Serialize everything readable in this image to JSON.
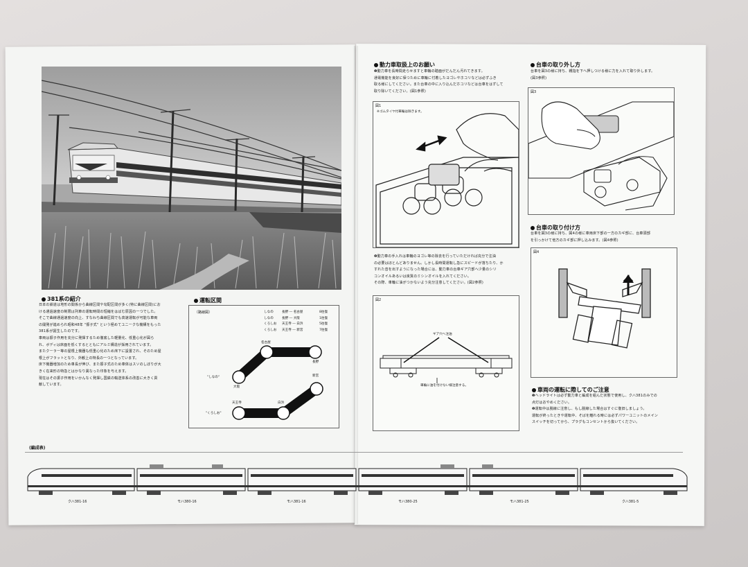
{
  "left_page": {
    "intro": {
      "title": "381系の紹介",
      "lines": [
        "日本の鉄道は地形の関係から曲線区間や勾配区間が多く(特に曲線区間)にお",
        "ける通過速度の制限は列車の運転時間の短縮をはばむ原因の一つでした。",
        "そこで曲線通過速度の向上、すなわち曲線区間でも高速運転が可能な車両",
        "の開発が進められ昭和48年 \"振子式\" という極めてユニークな機構をもった",
        "381系が誕生したのです。",
        "車両は振子作用を充分に発揮するため徹底した軽量化、低重心化が図ら",
        "れ、ボディは床面を低くするとともにアルミ構造が採用されています。",
        "またクーラー等の屋根上機器も低重心化のため床下に設置され、そのため屋",
        "根上がフラットとなり、外観上の特長の一つとなっています。",
        "床下機器増加のため車長が伸び、また振子式のため車体はスソのしぼりが大",
        "きく在来形の特急とはかなり異なった印象を与えます。",
        "現在はその振子作用をいかんなく発揮し国鉄の輸送体系の改善に大きく貢",
        "献しています。"
      ]
    },
    "route": {
      "title": "運転区間",
      "caption": "〔路線図〕",
      "table": [
        {
          "name": "しなの",
          "route": "長野 ― 名古屋",
          "count": "8往復"
        },
        {
          "name": "しなの",
          "route": "長野 ― 大阪",
          "count": "1往復"
        },
        {
          "name": "くろしお",
          "route": "天王寺 ― 白浜",
          "count": "5往復"
        },
        {
          "name": "くろしお",
          "route": "天王寺 ― 新宮",
          "count": "7往復"
        }
      ],
      "stations": {
        "nagoya": "名古屋",
        "nagano": "長野",
        "osaka": "大阪",
        "shingu": "新宮",
        "tennoji": "天王寺",
        "shirahama": "白浜"
      },
      "trains": {
        "shinano": "\"しなの\"",
        "kuroshio": "\"くろしお\""
      }
    }
  },
  "right_page": {
    "maintenance": {
      "title": "動力車取扱上のお願い",
      "lines": [
        "❶動力車を長時間走らせますと車輪の踏面がだんだん汚れてきます。",
        "通電機能を良好に保つために車輪に付着したヨゴレやホコリなどは必ずふき",
        "取る様にしてください。また台車の中に入り込んだホコリなどは台車をはずして",
        "取り除いてください。(図1参照)"
      ]
    },
    "fig1": {
      "no": "図1",
      "note": "※ゴムタイヤ付車輪は除きます。"
    },
    "oil": {
      "lines": [
        "❷動力車の手入れは車輪のヨゴレ等の除去を行っていただければ充分で注油",
        "の必要はほとんどありません。しかし長時間運転し急にスピードが落ちたり、か",
        "すれた音を出すようになった場合には、動力車の台車ギア穴部へ少量のシリ",
        "コンオイルあるいは良質のミシンオイルを入れてください。",
        "その際、車輪に油がつかないよう充分注意してください。(図2参照)"
      ]
    },
    "fig2": {
      "no": "図2",
      "gear_label": "ギア穴へ注油",
      "wheel_label": "車輪に油を付けない様注意する。"
    },
    "removal": {
      "title": "台車の取り外し方",
      "lines": [
        "台車を図3の様に持ち、親指を下へ押しつける様に力を入れて取り外します。",
        "(図3参照)"
      ]
    },
    "fig3": {
      "no": "図3"
    },
    "attach": {
      "title": "台車の取り付け方",
      "lines": [
        "台車を図3の様に持ち、図4の様に車両床下部の一方のカギ部に、台車頭部",
        "を引っかけて他方のカギ部に押し込みます。(図4参照)"
      ]
    },
    "fig4": {
      "no": "図4"
    },
    "caution": {
      "title": "車両の運転に際してのご注意",
      "lines": [
        "❶ヘッドライトは必ず動力車と編成を組んだ状態で使用し、クハ381のみでの",
        "点灯はおやめください。",
        "❷運転中は脱線に注意し、もし脱線した場合はすぐに復旧しましょう。",
        "運転が終ったときや運転中、そばを離れる時には必ずパワーユニットのメイン",
        "スイッチを切ってから、プラグもコンセントから抜いてください。"
      ]
    }
  },
  "consist": {
    "title": "(編成表)",
    "cars": [
      "クハ381-16",
      "モハ380-16",
      "モハ381-16",
      "モハ380-25",
      "モハ381-25",
      "クハ381-5"
    ]
  }
}
